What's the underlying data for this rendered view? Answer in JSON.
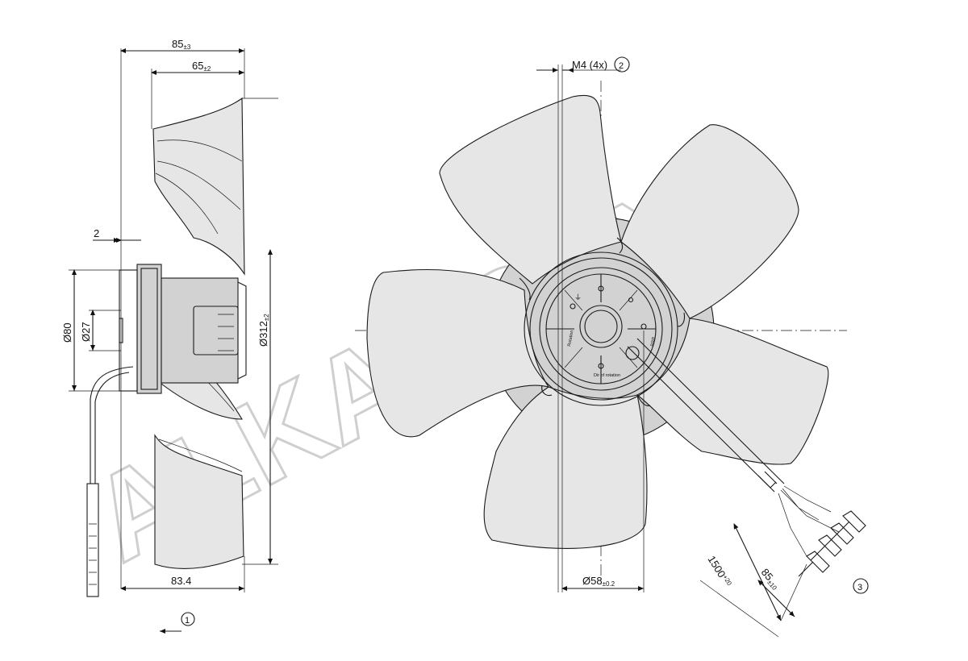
{
  "watermark": "ALKAPOPY",
  "dimensions": {
    "overall_depth": {
      "value": "85",
      "tol": "±3"
    },
    "blade_depth": {
      "value": "65",
      "tol": "±2"
    },
    "flange_offset": {
      "value": "2"
    },
    "flange_diameter": {
      "value": "Ø80"
    },
    "shaft_diameter": {
      "value": "Ø27"
    },
    "fan_diameter": {
      "value": "Ø312",
      "tol": "±2"
    },
    "hub_length": {
      "value": "83.4"
    },
    "mount_holes": {
      "value": "M4 (4x)"
    },
    "hole_circle": {
      "value": "Ø58",
      "tol": "±0.2"
    },
    "cable_length": {
      "value": "1500",
      "tol": "+20"
    },
    "lead_length": {
      "value": "85",
      "tol": "±10"
    }
  },
  "callouts": {
    "airflow": "1",
    "mount_holes": "2",
    "leads": "3"
  },
  "hub_labels": {
    "rotation": "Rotation",
    "ground": "⏚",
    "dir": "Dir of rotation",
    "side_label": "RRR"
  },
  "arrow_marker": "←"
}
